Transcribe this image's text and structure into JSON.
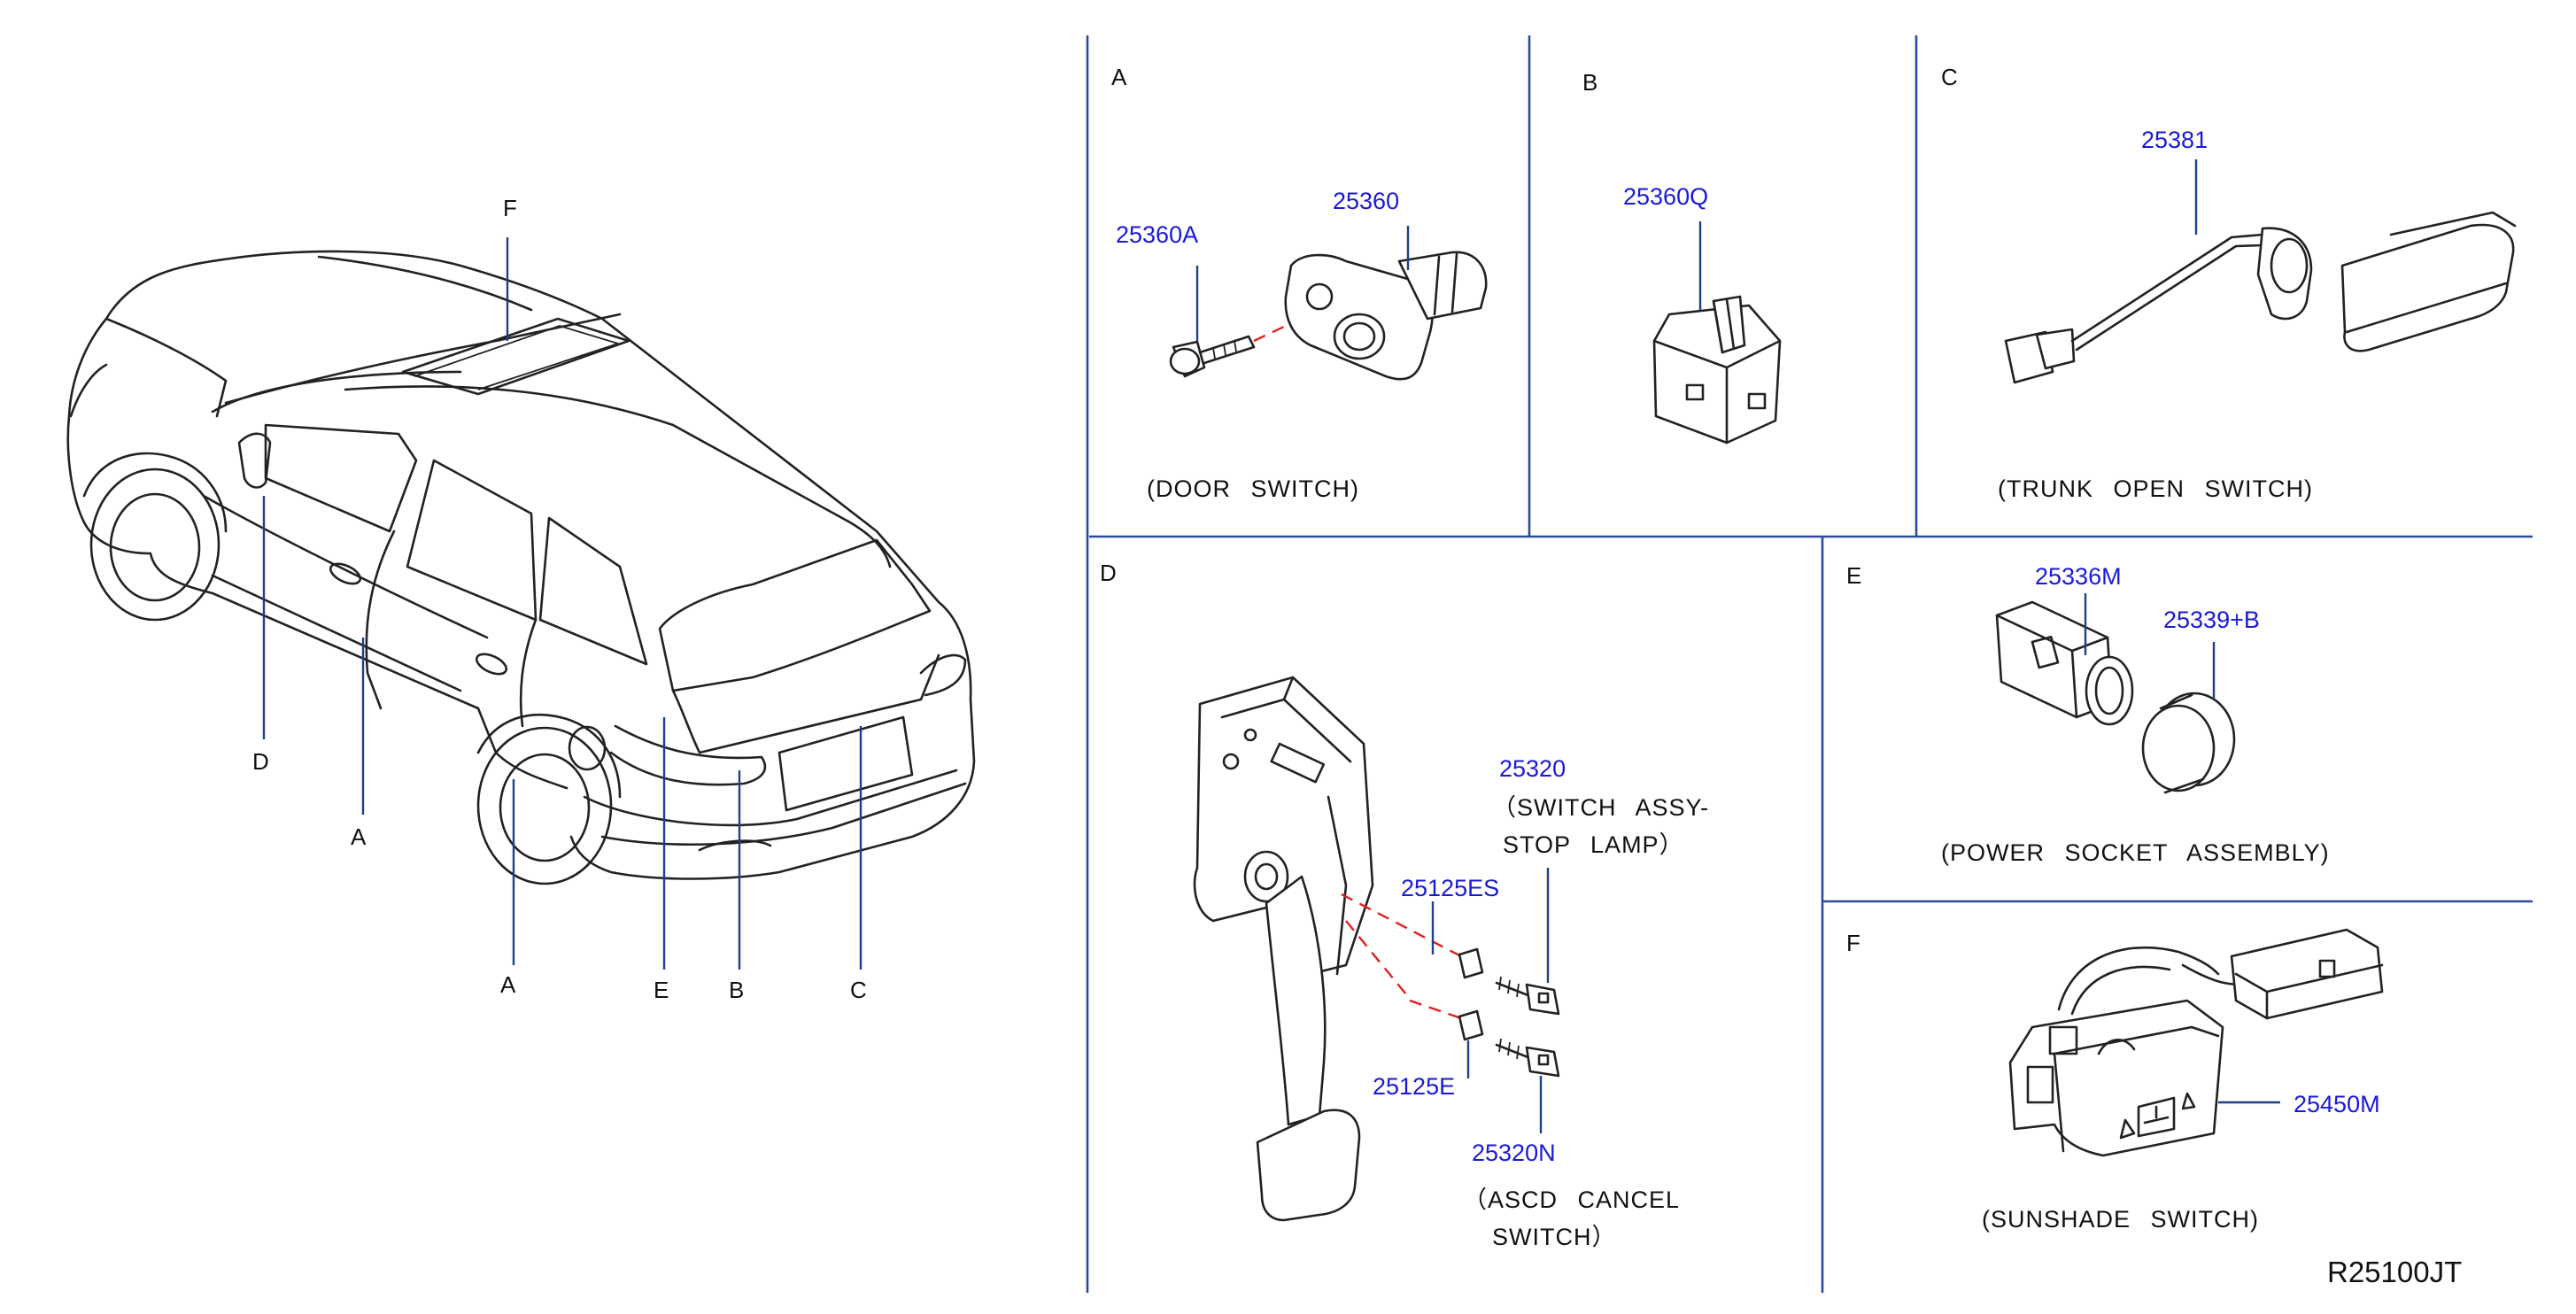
{
  "car_labels": {
    "f": "F",
    "d": "D",
    "a_upper": "A",
    "a_lower": "A",
    "e": "E",
    "b": "B",
    "c": "C"
  },
  "panels": {
    "a": {
      "letter": "A",
      "part1": "25360A",
      "part2": "25360",
      "caption": "(DOOR SWITCH)"
    },
    "b": {
      "letter": "B",
      "part1": "25360Q"
    },
    "c": {
      "letter": "C",
      "part1": "25381",
      "caption": "(TRUNK OPEN SWITCH)"
    },
    "d": {
      "letter": "D",
      "part_switch": "25320",
      "caption_switch_1": "（SWITCH ASSY-",
      "caption_switch_2": "STOP LAMP）",
      "part_es": "25125ES",
      "part_e": "25125E",
      "part_n": "25320N",
      "caption_ascd_1": "（ASCD CANCEL",
      "caption_ascd_2": "SWITCH）"
    },
    "e": {
      "letter": "E",
      "part1": "25336M",
      "part2": "25339+B",
      "caption": "(POWER SOCKET ASSEMBLY)"
    },
    "f": {
      "letter": "F",
      "part1": "25450M",
      "caption": "(SUNSHADE SWITCH)"
    }
  },
  "diagram_code": "R25100JT",
  "colors": {
    "part_number": "#1a1ad6",
    "leader": "#1d3f8c",
    "divider": "#2a4a9a",
    "dashed_guide": "#e02020",
    "line_art": "#222222"
  }
}
